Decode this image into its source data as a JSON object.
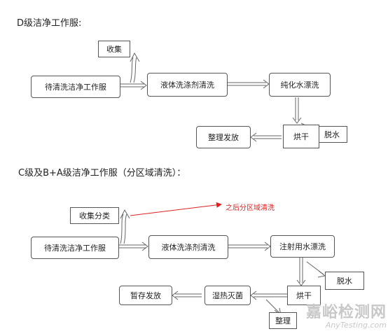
{
  "section_d": {
    "title": "D级洁净工作服:",
    "nodes": {
      "start": "待清洗洁净工作服",
      "liquid_wash": "液体洗涤剂清洗",
      "pure_rinse": "纯化水漂洗",
      "dry": "烘干",
      "dewater": "脱水",
      "tidy_release": "整理发放",
      "collect": "收集"
    }
  },
  "section_cba": {
    "title": "C级及B+A级洁净工作服（分区域清洗）：",
    "nodes": {
      "start": "待清洗洁净工作服",
      "liquid_wash": "液体洗涤剂清洗",
      "wfi_rinse": "注射用水漂洗",
      "dewater": "脱水",
      "dry": "烘干",
      "moist_heat": "湿热灭菌",
      "store_release": "暂存发放",
      "tidy": "整理",
      "collect_sort": "收集分类"
    },
    "annotation": "之后分区域清洗",
    "annotation_color": "#e02020"
  },
  "watermark": {
    "cn": "嘉峪检测网",
    "en": "AnyTesting.com"
  }
}
